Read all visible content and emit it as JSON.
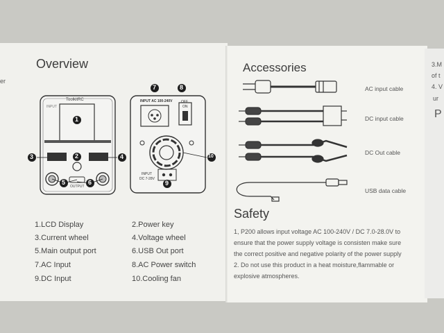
{
  "overview": {
    "title": "Overview",
    "device_brand": "ToolkitRC",
    "front_labels": [
      "INPUT",
      "OUTPUT"
    ],
    "rear_labels": [
      "INPUT AC 100-240V",
      "OFF",
      "ON",
      "INPUT",
      "DC 7-28V"
    ],
    "callouts": [
      "1",
      "2",
      "3",
      "4",
      "5",
      "6",
      "7",
      "8",
      "9",
      "10"
    ],
    "legend_left": [
      "1.LCD Display",
      "3.Current wheel",
      "5.Main output port",
      "7.AC Input",
      "9.DC Input"
    ],
    "legend_right": [
      "2.Power key",
      "4.Voltage wheel",
      "6.USB Out port",
      "8.AC Power switch",
      "10.Cooling fan"
    ]
  },
  "accessories": {
    "title": "Accessories",
    "items": [
      "AC input cable",
      "DC input cable",
      "DC Out cable",
      "USB data cable"
    ]
  },
  "safety": {
    "title": "Safety",
    "lines": [
      "1, P200 allows input voltage AC 100-240V / DC 7.0-28.0V to",
      "ensure that the power supply voltage is consisten make sure",
      "the correct positive and negative polarity of the power supply",
      "2. Do not use this product in a heat moisture,flammable or",
      "explosive atmospheres."
    ]
  },
  "edges": {
    "left_fragment": "er",
    "right_fragments": [
      "3.M",
      "of t",
      "4. V",
      "ur",
      "P"
    ]
  }
}
